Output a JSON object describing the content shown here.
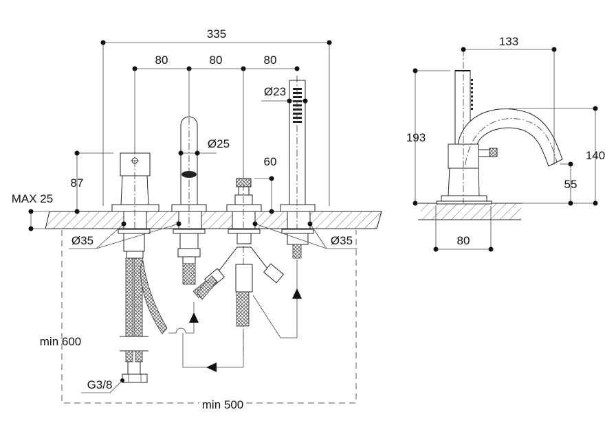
{
  "drawing": {
    "title": "Four-hole bath mixer installation drawing",
    "front_view": {
      "overall_width": "335",
      "spacing_1": "80",
      "spacing_2": "80",
      "spacing_3": "80",
      "handshower_diameter": "Ø23",
      "spout_diameter": "Ø25",
      "diverter_height": "60",
      "lever_height": "87",
      "deck_thickness": "MAX 25",
      "hole_diameter_left": "Ø35",
      "hole_diameter_right": "Ø35",
      "min_depth": "min 600",
      "min_width": "min 500",
      "connection": "G3/8"
    },
    "side_view": {
      "spout_reach": "133",
      "total_height": "193",
      "spout_height": "140",
      "outlet_height": "55",
      "base_width": "80"
    }
  }
}
